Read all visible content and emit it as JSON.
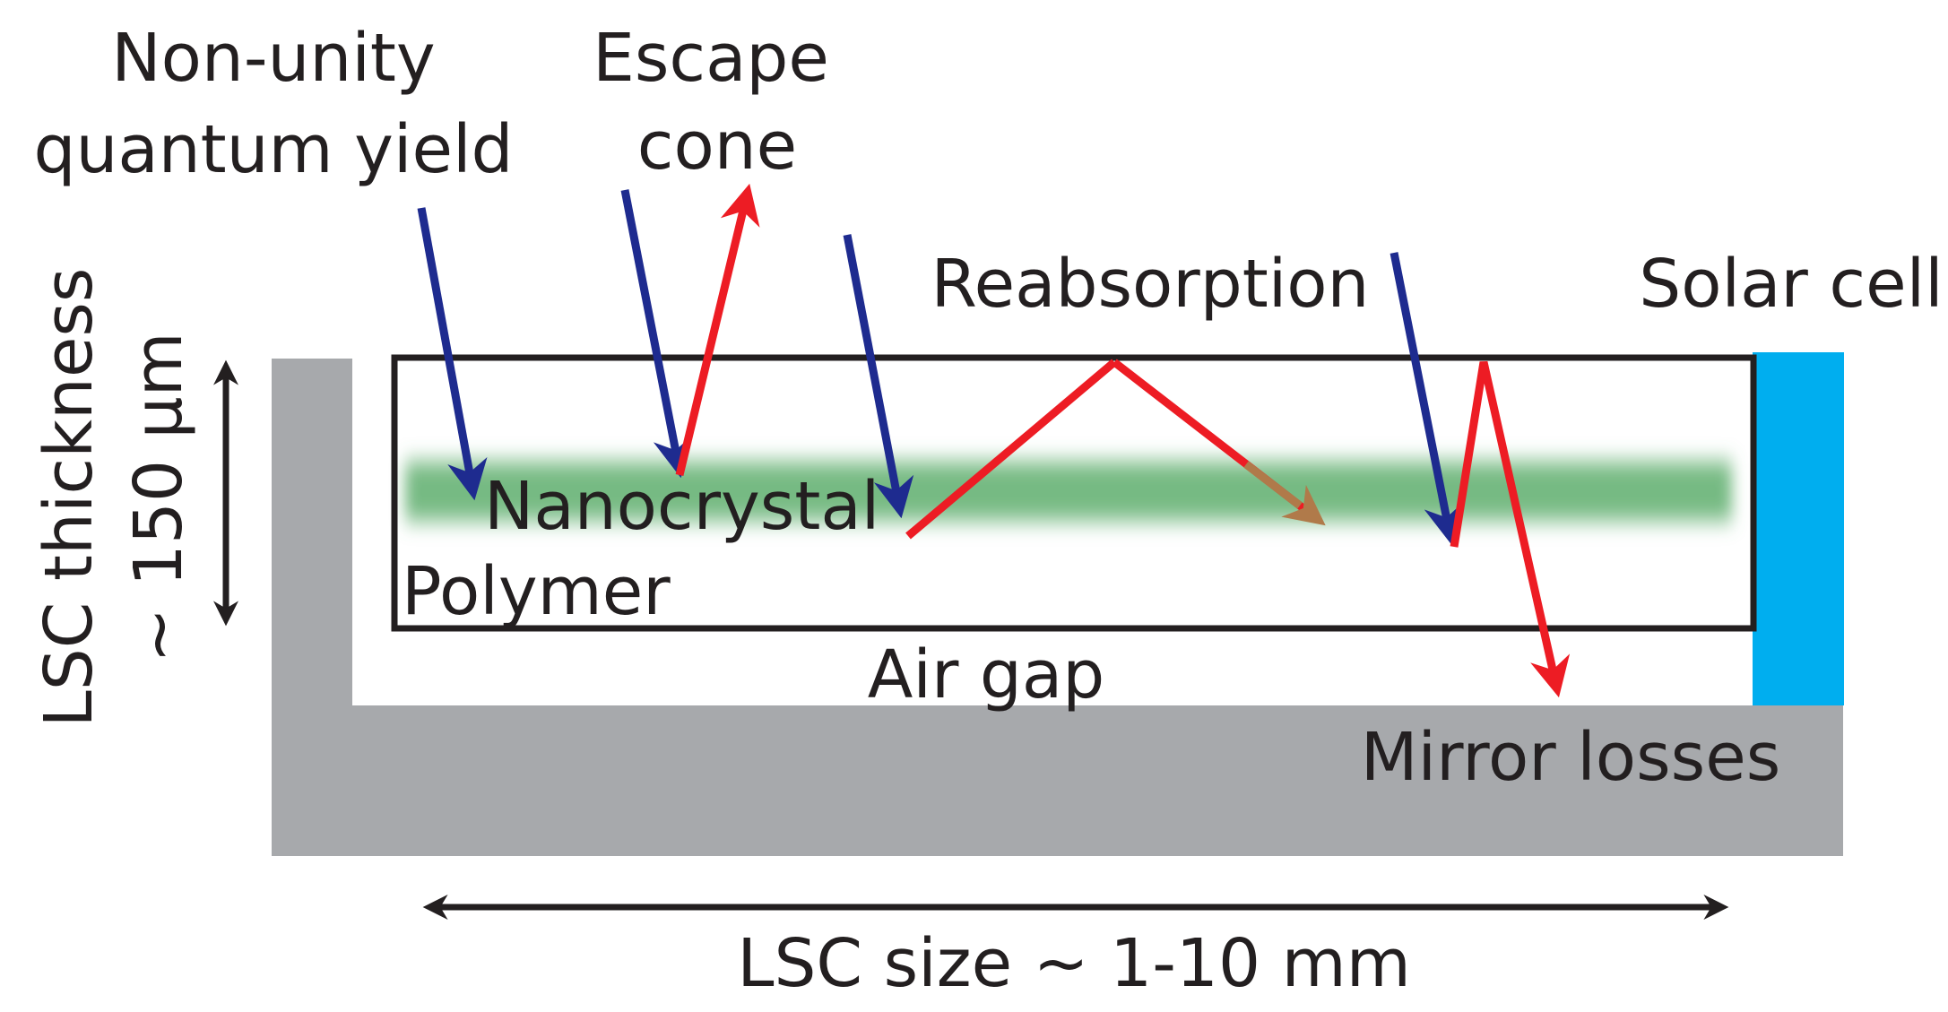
{
  "labels": {
    "nonunity_line1": "Non-unity",
    "nonunity_line2": "quantum yield",
    "escape_line1": "Escape",
    "escape_line2": "cone",
    "reabsorption": "Reabsorption",
    "solar_cell": "Solar cell",
    "nanocrystal": "Nanocrystal",
    "polymer": "Polymer",
    "air_gap": "Air gap",
    "mirror_losses": "Mirror losses",
    "thickness_line1": "LSC thickness",
    "thickness_line2": "~ 150 µm",
    "size": "LSC size ~ 1-10 mm"
  },
  "colors": {
    "mirror": "#a7a9ac",
    "solar_cell": "#00aeef",
    "nanocrystal_band": "#5fae6e",
    "incident_light": "#1e2b8f",
    "emitted_light": "#ed1c24",
    "outline": "#231f20"
  }
}
